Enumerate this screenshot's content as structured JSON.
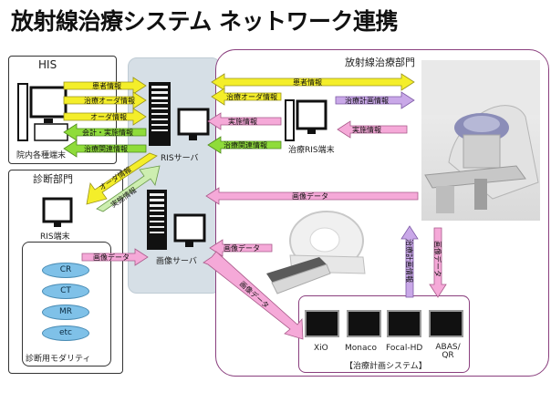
{
  "title": "放射線治療システム ネットワーク連携",
  "his": {
    "label": "HIS",
    "terminal": "院内各種端末"
  },
  "diagnosis": {
    "label": "診断部門",
    "terminal": "RIS端末"
  },
  "modalities": {
    "items": [
      "CR",
      "CT",
      "MR",
      "etc"
    ],
    "label": "診断用モダリティ"
  },
  "ris_server": "RISサーバ",
  "image_server": "画像サーバ",
  "radiotherapy": {
    "label": "放射線治療部門",
    "ris_terminal": "治療RIS端末"
  },
  "planning": {
    "label": "【治療計画システム】",
    "systems": [
      "XiO",
      "Monaco",
      "Focal-HD",
      "ABAS/ QR"
    ]
  },
  "arrows": {
    "patient_info_his": "患者情報",
    "rt_order_his": "治療オーダ情報",
    "order_info": "オーダ情報",
    "accounting_info": "会計・実施情報",
    "rt_related_his": "治療関連情報",
    "patient_info_rt": "患者情報",
    "rt_order_rt": "治療オーダ情報",
    "rt_plan_info": "治療計画情報",
    "exec_info_srv": "実施情報",
    "exec_info_rt": "実施情報",
    "rt_related_rt": "治療関連情報",
    "order_diag": "オーダ情報",
    "exec_diag": "実施情報",
    "image_data_modal": "画像データ",
    "image_data_ct": "画像データ",
    "image_data_linac": "画像データ",
    "image_data_plan": "画像データ",
    "rt_plan_vertical": "治療計画情報",
    "image_data_vertical": "画像データ"
  },
  "colors": {
    "yellow": "#f4ee2a",
    "green": "#8fdc3a",
    "pink": "#f5a9d8",
    "violet": "#c9a8e8",
    "light_green": "#cdeeb0",
    "blue": "#7fc1e8"
  }
}
